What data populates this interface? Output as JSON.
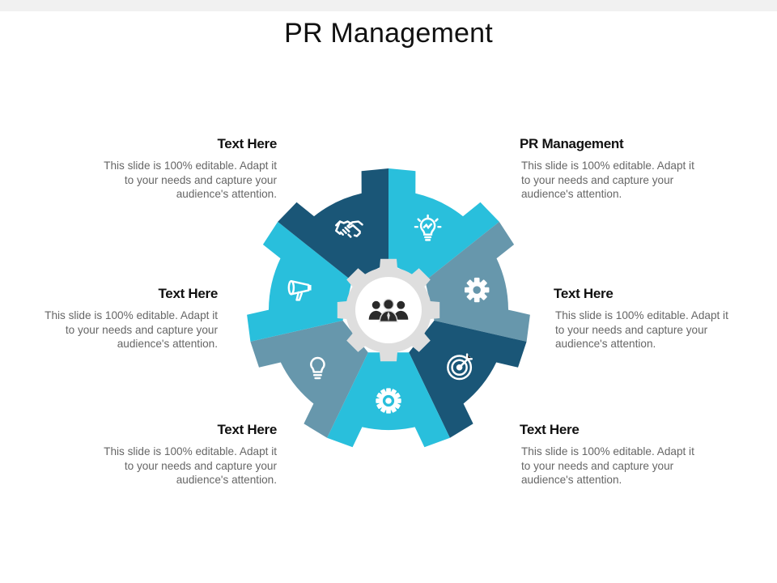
{
  "title": "PR Management",
  "colors": {
    "cyan": "#29bfdc",
    "navy": "#1a5677",
    "steel": "#6797ac",
    "center_gray": "#dedede",
    "icon": "#ffffff",
    "center_icon": "#2a2a2a"
  },
  "center": {
    "icon": "people-group-icon"
  },
  "segments": [
    {
      "icon": "idea-bulb-icon",
      "color": "cyan"
    },
    {
      "icon": "gear-icon",
      "color": "steel"
    },
    {
      "icon": "target-icon",
      "color": "navy"
    },
    {
      "icon": "cog-icon",
      "color": "cyan"
    },
    {
      "icon": "lightbulb-icon",
      "color": "steel"
    },
    {
      "icon": "megaphone-icon",
      "color": "cyan"
    },
    {
      "icon": "handshake-icon",
      "color": "navy"
    }
  ],
  "blocks": {
    "top_right": {
      "heading": "PR Management",
      "body": "This slide is 100% editable. Adapt it to your needs and capture your audience's attention."
    },
    "top_left": {
      "heading": "Text Here",
      "body": "This slide is 100% editable. Adapt it to your needs and capture your audience's attention."
    },
    "mid_left": {
      "heading": "Text Here",
      "body": "This slide is 100% editable. Adapt it to your needs and capture your audience's attention."
    },
    "mid_right": {
      "heading": "Text Here",
      "body": "This slide is 100% editable. Adapt it to your needs and capture your audience's attention."
    },
    "bottom_left": {
      "heading": "Text Here",
      "body": "This slide is 100% editable. Adapt it to your needs and capture your audience's attention."
    },
    "bottom_right": {
      "heading": "Text Here",
      "body": "This slide is 100% editable. Adapt it to your needs and capture your audience's attention."
    }
  }
}
